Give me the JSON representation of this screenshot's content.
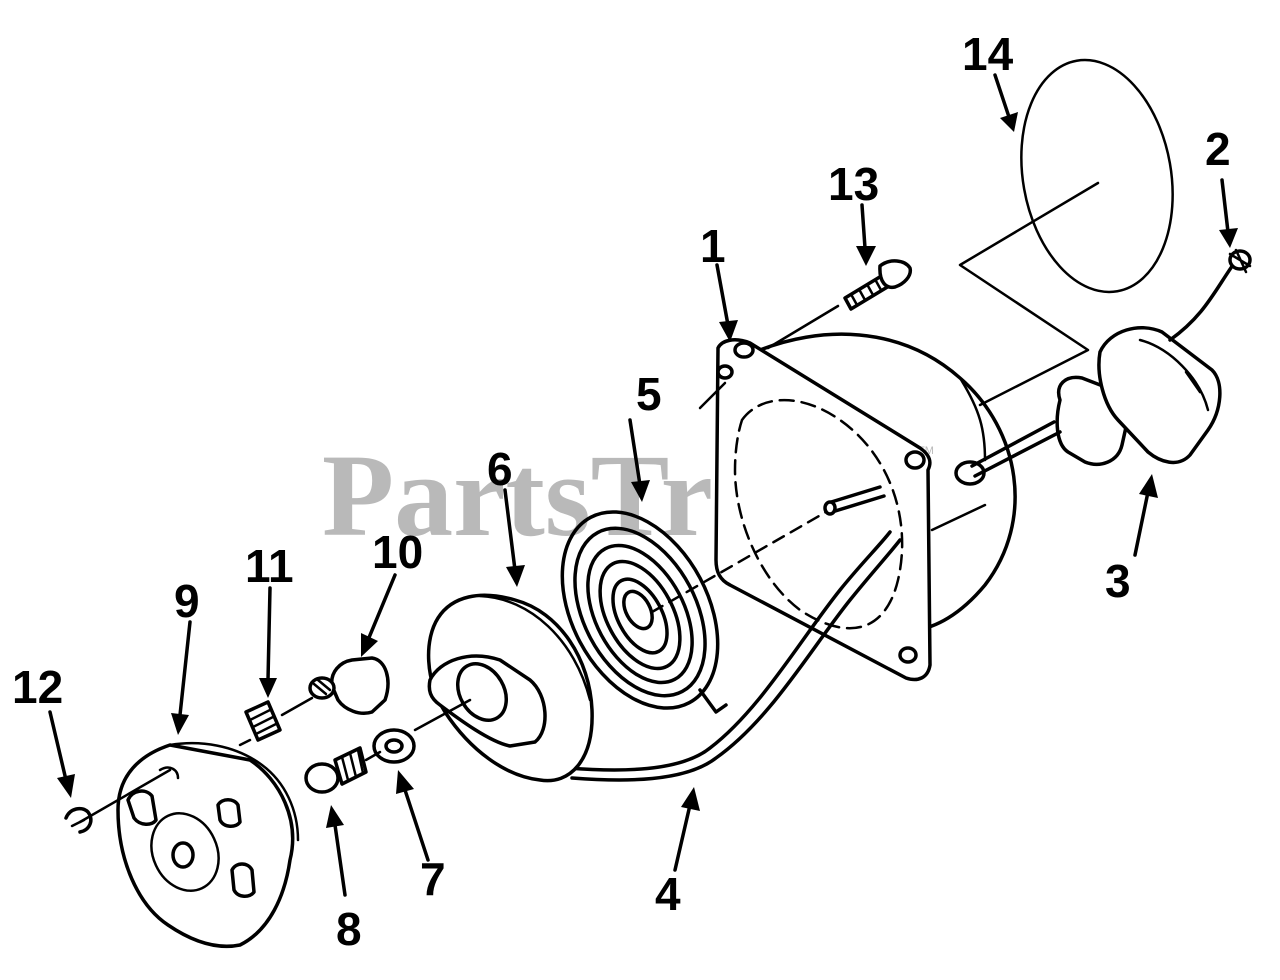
{
  "watermark": {
    "text": "PartsTree",
    "trademark": "TM"
  },
  "callouts": [
    {
      "id": "c1",
      "label": "1"
    },
    {
      "id": "c2",
      "label": "2"
    },
    {
      "id": "c3",
      "label": "3"
    },
    {
      "id": "c4",
      "label": "4"
    },
    {
      "id": "c5",
      "label": "5"
    },
    {
      "id": "c6",
      "label": "6"
    },
    {
      "id": "c7",
      "label": "7"
    },
    {
      "id": "c8",
      "label": "8"
    },
    {
      "id": "c9",
      "label": "9"
    },
    {
      "id": "c10",
      "label": "10"
    },
    {
      "id": "c11",
      "label": "11"
    },
    {
      "id": "c12",
      "label": "12"
    },
    {
      "id": "c13",
      "label": "13"
    },
    {
      "id": "c14",
      "label": "14"
    }
  ],
  "colors": {
    "ink": "#000000",
    "watermark": "#b9b9b9",
    "background": "#ffffff"
  }
}
